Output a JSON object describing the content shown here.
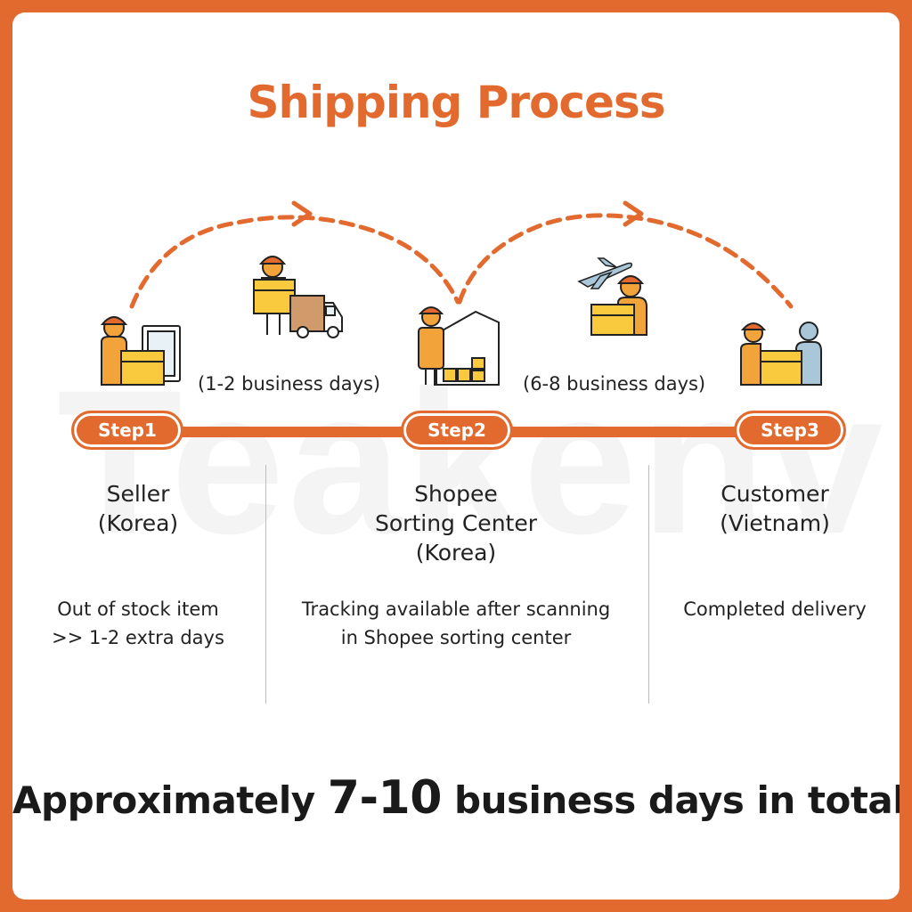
{
  "title": "Shipping Process",
  "watermark": "Teakenv",
  "colors": {
    "accent": "#E36A2E",
    "box": "#F9C93E",
    "worker": "#F2A33A",
    "customer": "#A9C7D8"
  },
  "legs": [
    {
      "duration": "(1-2 business days)",
      "icons": [
        "delivery-worker-icon",
        "truck-icon"
      ]
    },
    {
      "duration": "(6-8 business days)",
      "icons": [
        "airplane-icon",
        "worker-with-box-icon"
      ]
    }
  ],
  "steps": [
    {
      "label": "Step1",
      "name_lines": [
        "Seller",
        "(Korea)"
      ],
      "desc_lines": [
        "Out of stock item",
        ">> 1-2 extra days"
      ],
      "icon": "seller-with-box-icon"
    },
    {
      "label": "Step2",
      "name_lines": [
        "Shopee",
        "Sorting Center",
        "(Korea)"
      ],
      "desc_lines": [
        "Tracking available after scanning",
        "in Shopee sorting center"
      ],
      "icon": "warehouse-icon"
    },
    {
      "label": "Step3",
      "name_lines": [
        "Customer",
        "(Vietnam)"
      ],
      "desc_lines": [
        "Completed delivery"
      ],
      "icon": "handover-icon"
    }
  ],
  "summary": {
    "prefix": "Approximately ",
    "highlight": "7-10",
    "suffix": " business days in total."
  }
}
